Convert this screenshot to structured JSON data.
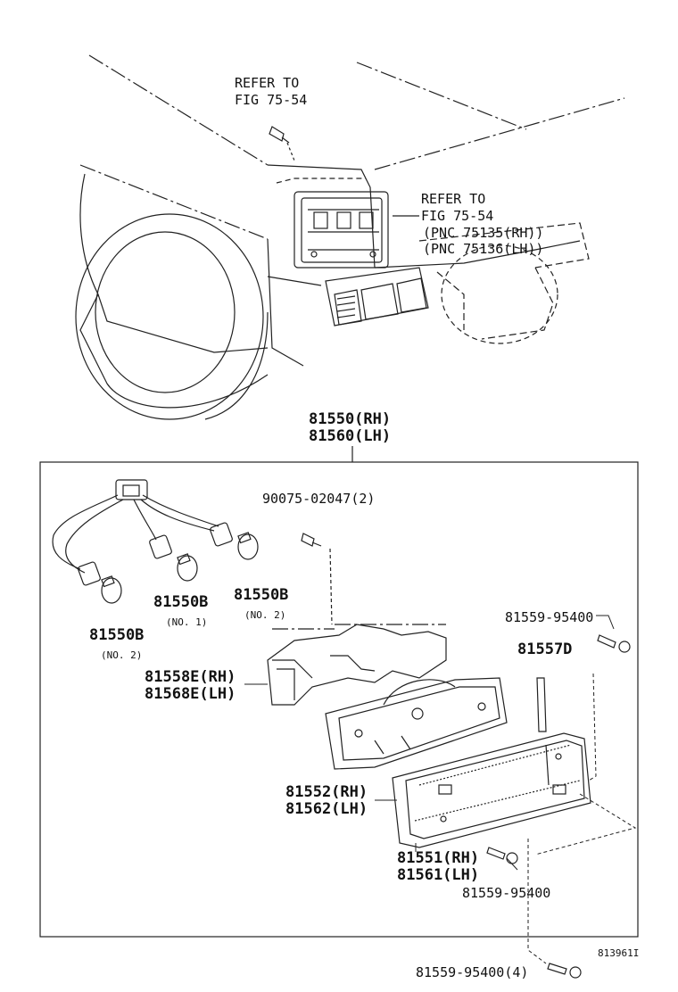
{
  "diagram": {
    "refer_top_line1": "REFER TO",
    "refer_top_line2": "FIG 75-54",
    "refer_mid_line1": "REFER TO",
    "refer_mid_line2": "FIG 75-54",
    "pnc_rh": "(PNC 75135(RH))",
    "pnc_lh": "(PNC 75136(LH))",
    "assy_rh": "81550(RH)",
    "assy_lh": "81560(LH)",
    "screw_top": "90075-02047(2)",
    "bulb_a": "81550B",
    "bulb_a_no": "(NO. 1)",
    "bulb_b": "81550B",
    "bulb_b_no": "(NO. 2)",
    "bulb_c": "81550B",
    "bulb_c_no": "(NO. 2)",
    "screw_right": "81559-95400",
    "gasket": "81557D",
    "housing_rh": "81558E(RH)",
    "housing_lh": "81568E(LH)",
    "lens_rh": "81552(RH)",
    "lens_lh": "81562(LH)",
    "body_rh": "81551(RH)",
    "body_lh": "81561(LH)",
    "screw_mid": "81559-95400",
    "screw_bottom": "81559-95400(4)",
    "fig_code": "813961I"
  }
}
